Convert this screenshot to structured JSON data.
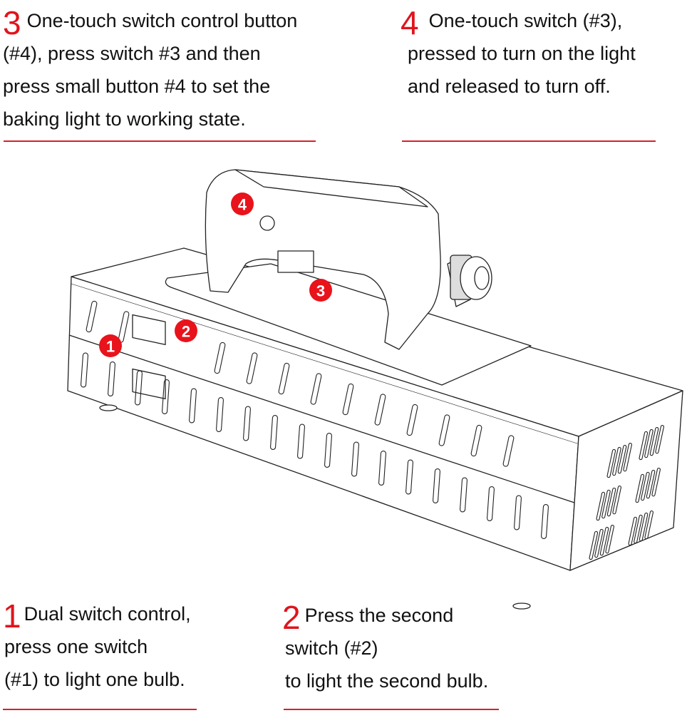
{
  "callouts": [
    {
      "number": "3",
      "lines": [
        "One-touch switch control button",
        "(#4), press switch #3 and then",
        "press small button #4 to set the",
        "baking light to working state."
      ]
    },
    {
      "number": "4",
      "lines": [
        "One-touch switch (#3),",
        "pressed to turn on the light",
        "and released to turn off."
      ]
    },
    {
      "number": "1",
      "lines": [
        "Dual switch control,",
        "press one switch",
        "(#1) to light one bulb."
      ]
    },
    {
      "number": "2",
      "lines": [
        "Press the second",
        "switch (#2)",
        "to light the second bulb."
      ]
    }
  ],
  "badges": [
    "1",
    "2",
    "3",
    "4"
  ],
  "colors": {
    "accent_red": "#e0141c",
    "underline_red": "#d8202a",
    "line_art": "#222222"
  }
}
